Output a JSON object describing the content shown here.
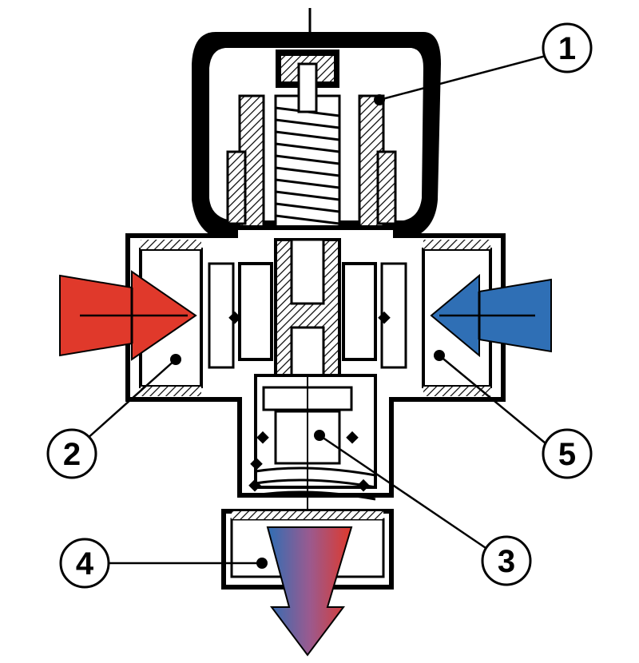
{
  "diagram": {
    "callouts": [
      {
        "id": "1",
        "label": "1"
      },
      {
        "id": "2",
        "label": "2"
      },
      {
        "id": "3",
        "label": "3"
      },
      {
        "id": "4",
        "label": "4"
      },
      {
        "id": "5",
        "label": "5"
      }
    ],
    "colors": {
      "hot": "#e0392b",
      "cold": "#2f6fb5",
      "body": "#ffffff",
      "outline": "#000000"
    }
  }
}
